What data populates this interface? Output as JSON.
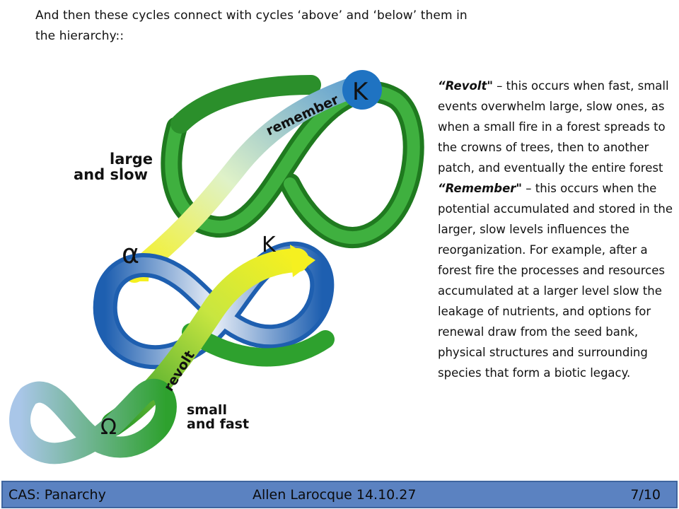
{
  "heading": {
    "line1": "And then these cycles connect with cycles ‘above’ and ‘below’ them in",
    "line2": "the hierarchy::"
  },
  "diagram": {
    "large_slow": [
      "large",
      "and  slow"
    ],
    "small_fast": [
      "small",
      "and fast"
    ],
    "remember": "remember",
    "revolt": "revolt",
    "kappa_top": "K",
    "kappa_mid": "K",
    "alpha": "α",
    "omega": "Ω",
    "colors": {
      "green_dark": "#1f7a1f",
      "green": "#2ea12e",
      "green_light": "#7cc47c",
      "blue": "#1e5fb0",
      "blue_light": "#a9c6e8",
      "yellow": "#f5f020",
      "grey": "#8c8c8c"
    }
  },
  "body": {
    "revolt_term": "“Revolt\"",
    "revolt_text": " – this occurs when fast, small events overwhelm large, slow ones, as when a small fire in a forest spreads to the crowns of trees, then to another patch, and eventually the entire forest",
    "remember_term": "“Remember\"",
    "remember_text": " – this occurs when the potential accumulated and stored in the larger, slow levels influences the reorganization. For example, after a forest fire the processes and resources accumulated at a larger level slow the leakage of nutrients, and options for renewal draw from the seed bank, physical structures and surrounding species that form a biotic legacy."
  },
  "footer": {
    "left": "CAS: Panarchy",
    "center": "Allen Larocque 14.10.27",
    "right": "7/10"
  }
}
